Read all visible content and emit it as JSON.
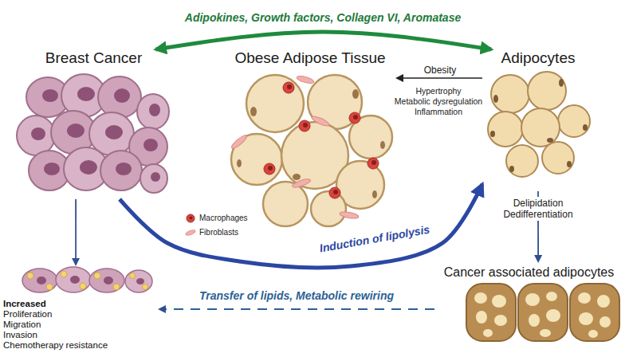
{
  "diagram": {
    "nodes": [
      {
        "text": [
          "Breast Cancer"
        ]
      },
      {
        "text": [
          "Obese Adipose Tissue"
        ]
      },
      {
        "text": [
          "Adipocytes"
        ]
      },
      {
        "text": [
          "Increased",
          "Proliferation",
          "Migration",
          "Invasion",
          "Chemotherapy resistance"
        ]
      },
      {
        "text": [
          "Cancer associated adipocytes"
        ]
      }
    ],
    "edges": [
      {
        "from": 0,
        "to": 2,
        "label": "Adipokines, Growth factors, Collagen VI, Aromatase",
        "arrow": "both"
      },
      {
        "from": 2,
        "to": 1,
        "label": "Obesity",
        "arrow": "to"
      },
      {
        "from": 2,
        "to": 4,
        "label": "Delipidation Dedifferentiation",
        "arrow": "to"
      },
      {
        "from": 0,
        "to": 2,
        "label": "Induction of lipolysis",
        "arrow": "to"
      },
      {
        "from": 0,
        "to": 3,
        "arrow": "to"
      },
      {
        "from": 4,
        "to": 3,
        "label": "Transfer of lipids, Metabolic rewiring",
        "arrow": "to"
      }
    ],
    "labels": [
      "Hypertrophy",
      "Metabolic dysregulation",
      "Inflammation"
    ],
    "legend": [
      {
        "text": "Macrophages"
      },
      {
        "text": "Fibroblasts"
      }
    ]
  }
}
